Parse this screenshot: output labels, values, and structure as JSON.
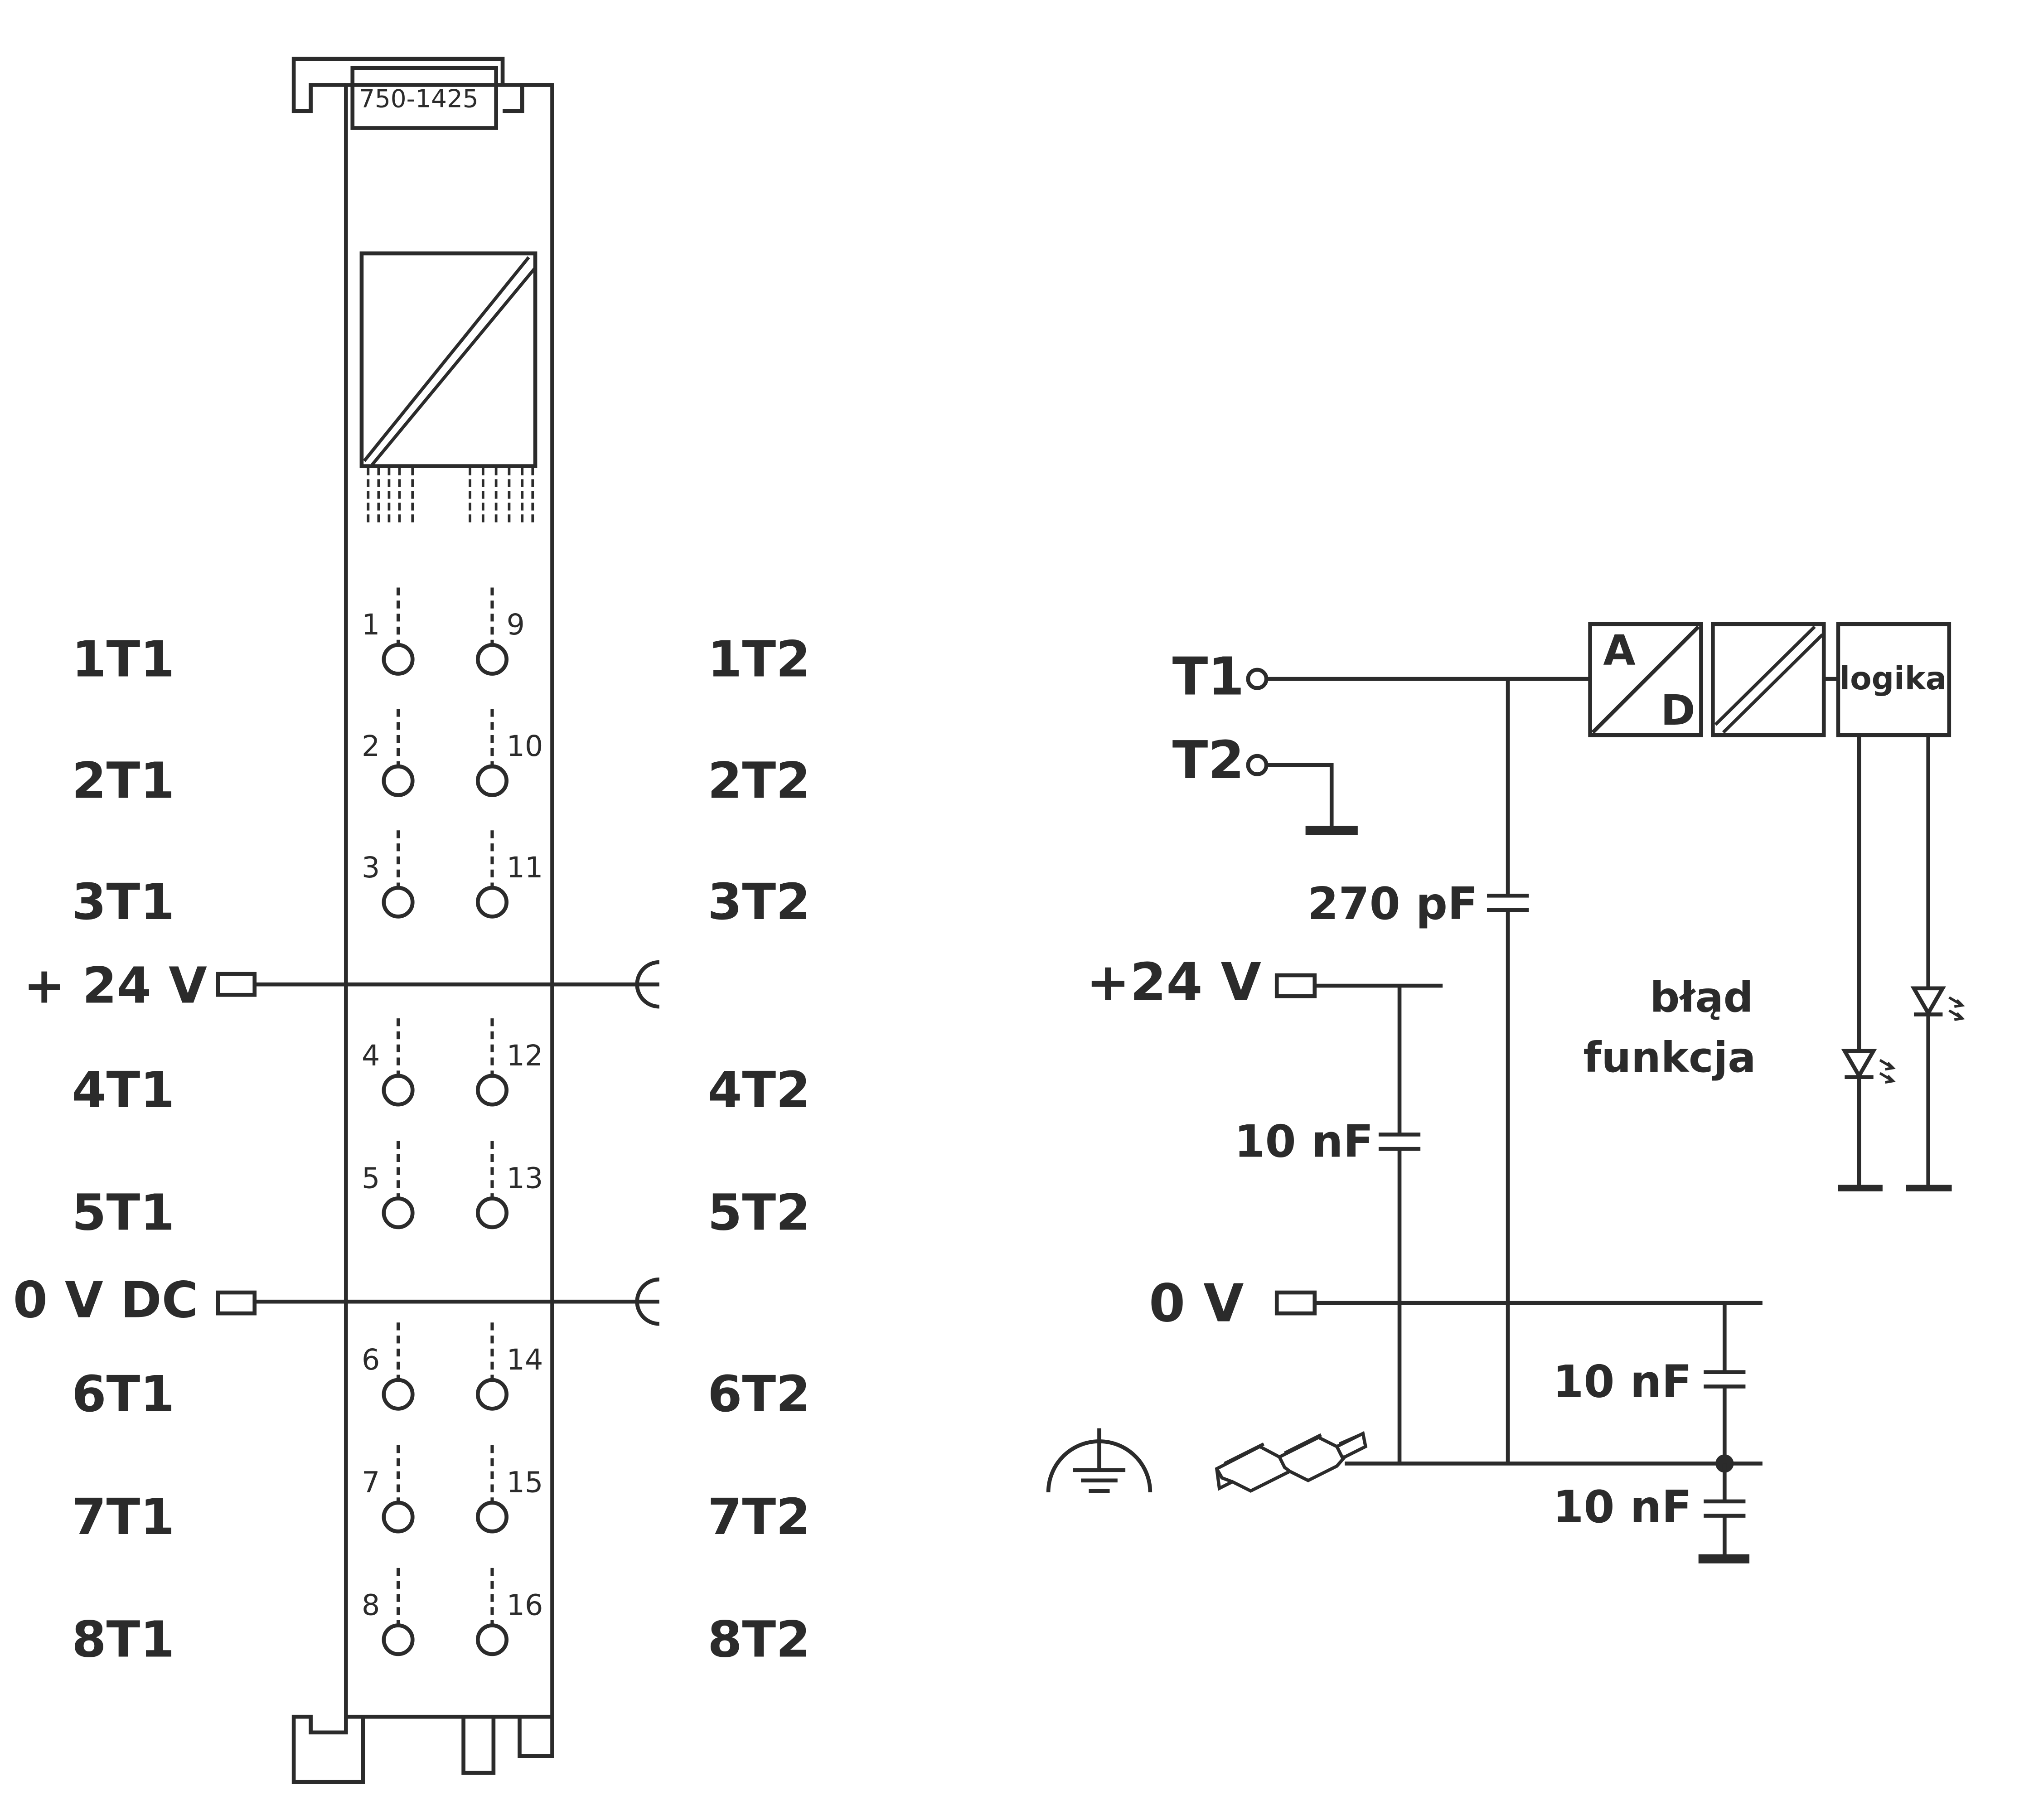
{
  "module": {
    "part_number": "750-1425",
    "left_labels": [
      "1T1",
      "2T1",
      "3T1",
      "4T1",
      "5T1",
      "6T1",
      "7T1",
      "8T1"
    ],
    "right_labels": [
      "1T2",
      "2T2",
      "3T2",
      "4T2",
      "5T2",
      "6T2",
      "7T2",
      "8T2"
    ],
    "left_pin_numbers": [
      "1",
      "2",
      "3",
      "4",
      "5",
      "6",
      "7",
      "8"
    ],
    "right_pin_numbers": [
      "9",
      "10",
      "11",
      "12",
      "13",
      "14",
      "15",
      "16"
    ],
    "supply_positive_label": "+ 24 V",
    "supply_zero_label": "0 V DC"
  },
  "schematic": {
    "t1_label": "T1",
    "t2_label": "T2",
    "plus24_label": "+24 V",
    "zero_v_label": "0 V",
    "cap_270pf_label": "270 pF",
    "cap_10nf_supply_label": "10 nF",
    "cap_10nf_zero_label": "10 nF",
    "cap_10nf_ground_label": "10 nF",
    "ad_block_a": "A",
    "ad_block_d": "D",
    "logic_block_label": "logika",
    "led_error_label": "błąd",
    "led_function_label": "funkcja"
  },
  "colors": {
    "line": "#2b2b2b",
    "background": "#ffffff"
  }
}
